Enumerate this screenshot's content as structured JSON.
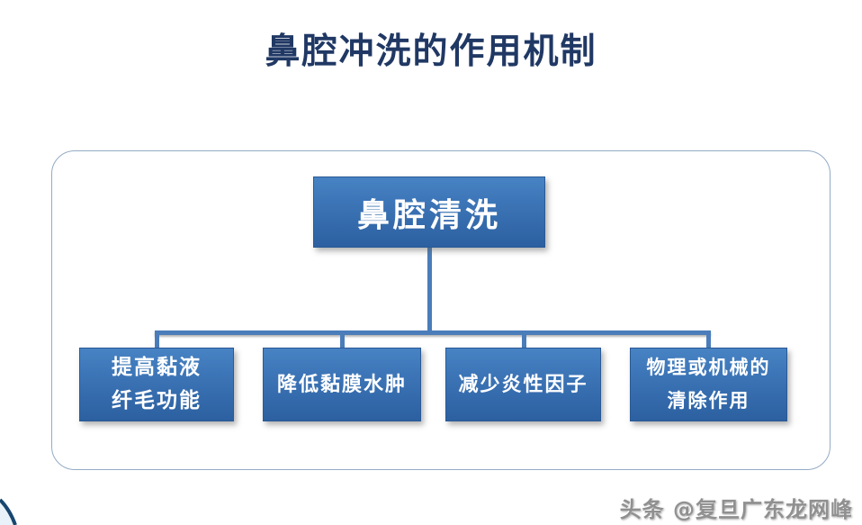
{
  "title": "鼻腔冲洗的作用机制",
  "diagram": {
    "root_label": "鼻腔清洗",
    "children": [
      {
        "lines": [
          "提高黏液",
          "纤毛功能"
        ]
      },
      {
        "lines": [
          "降低黏膜水肿"
        ]
      },
      {
        "lines": [
          "减少炎性因子"
        ]
      },
      {
        "lines": [
          "物理或机械的",
          "清除作用"
        ]
      }
    ]
  },
  "watermark": "头条 @复旦广东龙网峰",
  "colors": {
    "title_text": "#203864",
    "box_gradient_top": "#4783c4",
    "box_gradient_bottom": "#2c60a0",
    "box_border": "#2b5a95",
    "box_text": "#ffffff",
    "connector": "#4a7dba",
    "container_border": "#93abc4",
    "watermark_text": "#909090",
    "corner_accent": "#17466f"
  }
}
